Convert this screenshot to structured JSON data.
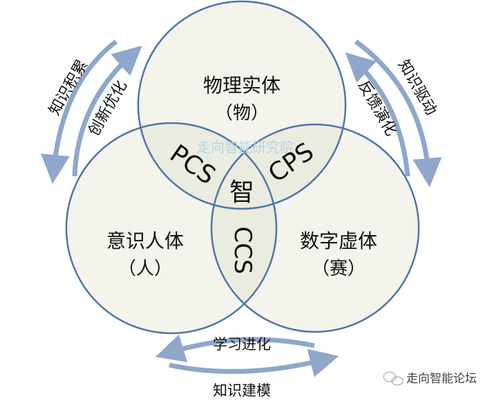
{
  "circles": {
    "top": {
      "title": "物理实体",
      "sub": "（物）"
    },
    "left": {
      "title": "意识人体",
      "sub": "（人）"
    },
    "right": {
      "title": "数字虚体",
      "sub": "（赛）"
    }
  },
  "overlaps": {
    "top_left": "PCS",
    "top_right": "CPS",
    "left_right": "CCS",
    "center": "智"
  },
  "arrows": {
    "left_outer": "知识积累",
    "left_inner": "创新优化",
    "right_outer": "知识驱动",
    "right_inner": "反馈演化",
    "bottom_top": "学习进化",
    "bottom_bottom": "知识建模"
  },
  "watermark": "走向智能研究院",
  "logo_text": "走向智能论坛",
  "colors": {
    "fill": "#f4f4ec",
    "stroke": "#4f74a8",
    "arrow": "#8ea7cb"
  }
}
